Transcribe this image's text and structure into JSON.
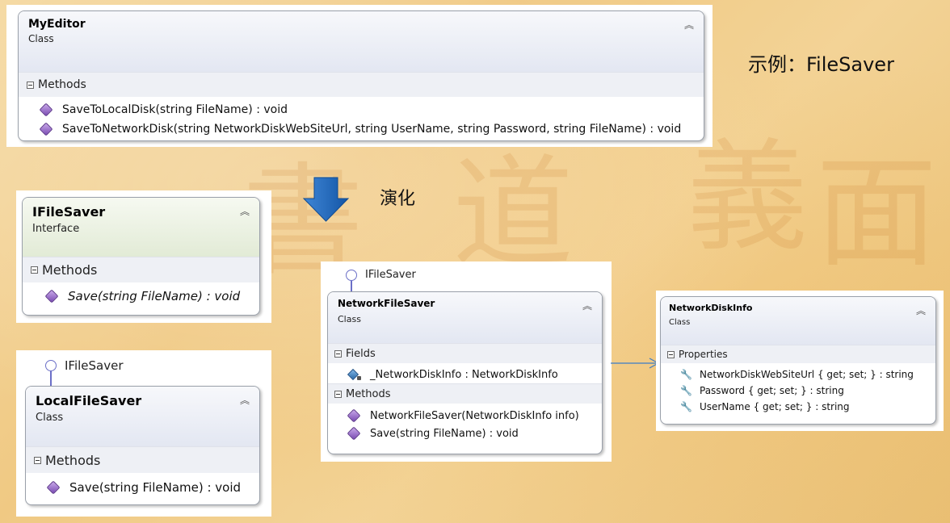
{
  "header": {
    "title": "示例：FileSaver"
  },
  "evolution_label": "演化",
  "myeditor": {
    "name": "MyEditor",
    "kind": "Class",
    "section": "Methods",
    "methods": [
      "SaveToLocalDisk(string FileName) : void",
      "SaveToNetworkDisk(string NetworkDiskWebSiteUrl, string UserName, string Password, string FileName) : void"
    ]
  },
  "ifilesaver": {
    "name": "IFileSaver",
    "kind": "Interface",
    "section": "Methods",
    "methods": [
      "Save(string FileName) : void"
    ]
  },
  "localfilesaver": {
    "implements": "IFileSaver",
    "name": "LocalFileSaver",
    "kind": "Class",
    "section": "Methods",
    "methods": [
      "Save(string FileName) : void"
    ]
  },
  "networkfilesaver": {
    "implements": "IFileSaver",
    "name": "NetworkFileSaver",
    "kind": "Class",
    "fields_section": "Fields",
    "fields": [
      "_NetworkDiskInfo : NetworkDiskInfo"
    ],
    "methods_section": "Methods",
    "methods": [
      "NetworkFileSaver(NetworkDiskInfo info)",
      "Save(string FileName) : void"
    ]
  },
  "networkdiskinfo": {
    "name": "NetworkDiskInfo",
    "kind": "Class",
    "section": "Properties",
    "properties": [
      "NetworkDiskWebSiteUrl { get; set; } : string",
      "Password { get; set; } : string",
      "UserName { get; set; } : string"
    ]
  },
  "icons": {
    "collapse": "chevron-up-double-icon",
    "method": "method-cube-icon",
    "field": "private-field-icon",
    "property": "wrench-icon",
    "arrow": "down-arrow-icon"
  },
  "colors": {
    "arrow_blue": "#1e63b8",
    "assoc_line": "#3b7cc8",
    "lollipop": "#6b6fc7"
  }
}
